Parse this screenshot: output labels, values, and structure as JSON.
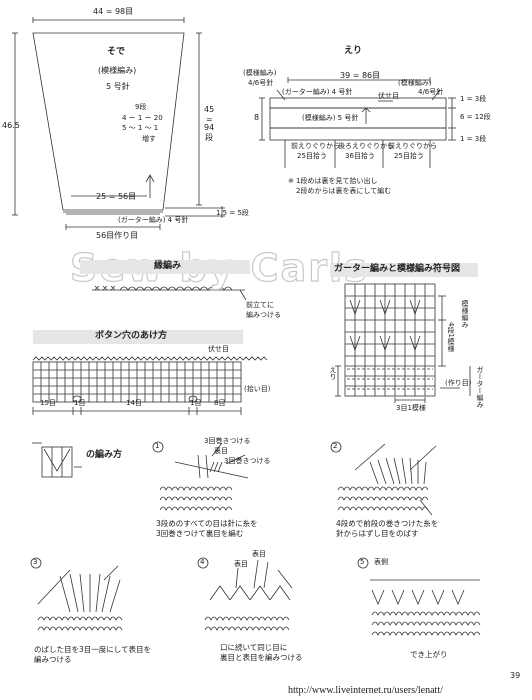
{
  "watermark": "Sew by Carls",
  "sleeve": {
    "title": "そで",
    "top_width": "44 = 98目",
    "pattern_name": "(模様編み)",
    "needle": "5 号針",
    "increase_line1": "9段",
    "increase_line2": "4 ー 1 ー 20",
    "increase_line3": "5 ～ 1 ～ 1",
    "increase_line4": "増す",
    "height_total": "46.5",
    "height_body_1": "45",
    "height_body_2": "=",
    "height_body_3": "94",
    "height_body_4": "段",
    "hem_stitches": "25 = 56目",
    "garter_label": "(ガーター編み) 4 号針",
    "garter_height": "1.5 = 5段",
    "cast_on": "56目作り目"
  },
  "collar": {
    "title": "えり",
    "pattern_left": "(模様編み)",
    "needle_left": "4/6号針",
    "width": "39 = 86目",
    "pattern_right": "(模様編み)",
    "needle_right": "4/6号針",
    "garter_label": "(ガーター編み) 4 号針",
    "bind_off": "伏せ目",
    "pattern_label": "(模様編み) 5 号針",
    "height_left": "8",
    "row_top": "1 = 3段",
    "row_mid": "6 = 12段",
    "row_bottom": "1 = 3段",
    "pickup_left_1": "前えりぐりから",
    "pickup_left_2": "25目拾う",
    "pickup_mid_1": "後ろえりぐりから",
    "pickup_mid_2": "36目拾う",
    "pickup_right_1": "前えりぐりから",
    "pickup_right_2": "25目拾う",
    "note_1": "※ 1段めは裏を見て拾い出し",
    "note_2": "2段めからは裏を表にして編む"
  },
  "edge": {
    "title": "縁編み",
    "note_1": "前立てに",
    "note_2": "編みつける"
  },
  "buttonhole": {
    "title": "ボタン穴のあけ方",
    "bind_off": "伏せ目",
    "pickup": "(拾い目)",
    "seg_15": "15目",
    "seg_1a": "1目",
    "seg_14": "14目",
    "seg_1b": "1目",
    "seg_8": "8目"
  },
  "chart": {
    "title": "ガーター編みと模様編み符号図",
    "label_pattern": "模様編み",
    "label_repeat": "4段1模様",
    "label_collar": "えり",
    "label_pickup": "(作り目)",
    "label_garter": "ガーター編み",
    "label_motif": "3目1模様"
  },
  "howto": {
    "title": "の編み方",
    "steps": [
      {
        "num": "1",
        "callout_1": "3回巻きつける",
        "callout_2": "裏目",
        "callout_3": "3回巻きつける",
        "caption_1": "3段めのすべての目は針に糸を",
        "caption_2": "3回巻きつけて裏目を編む"
      },
      {
        "num": "2",
        "caption_1": "4段めで前段の巻きつけた糸を",
        "caption_2": "針からはずし目をのばす"
      },
      {
        "num": "3",
        "caption_1": "のばした目を3目一度にして表目を",
        "caption_2": "編みつける"
      },
      {
        "num": "4",
        "callout_1": "表目",
        "callout_2": "表目",
        "caption_1": "口に続いて同じ目に",
        "caption_2": "裏目と表目を編みつける"
      },
      {
        "num": "5",
        "callout_1": "表側",
        "caption_1": "でき上がり"
      }
    ]
  },
  "page_number": "39",
  "url": "http://www.liveinternet.ru/users/lenatt/"
}
